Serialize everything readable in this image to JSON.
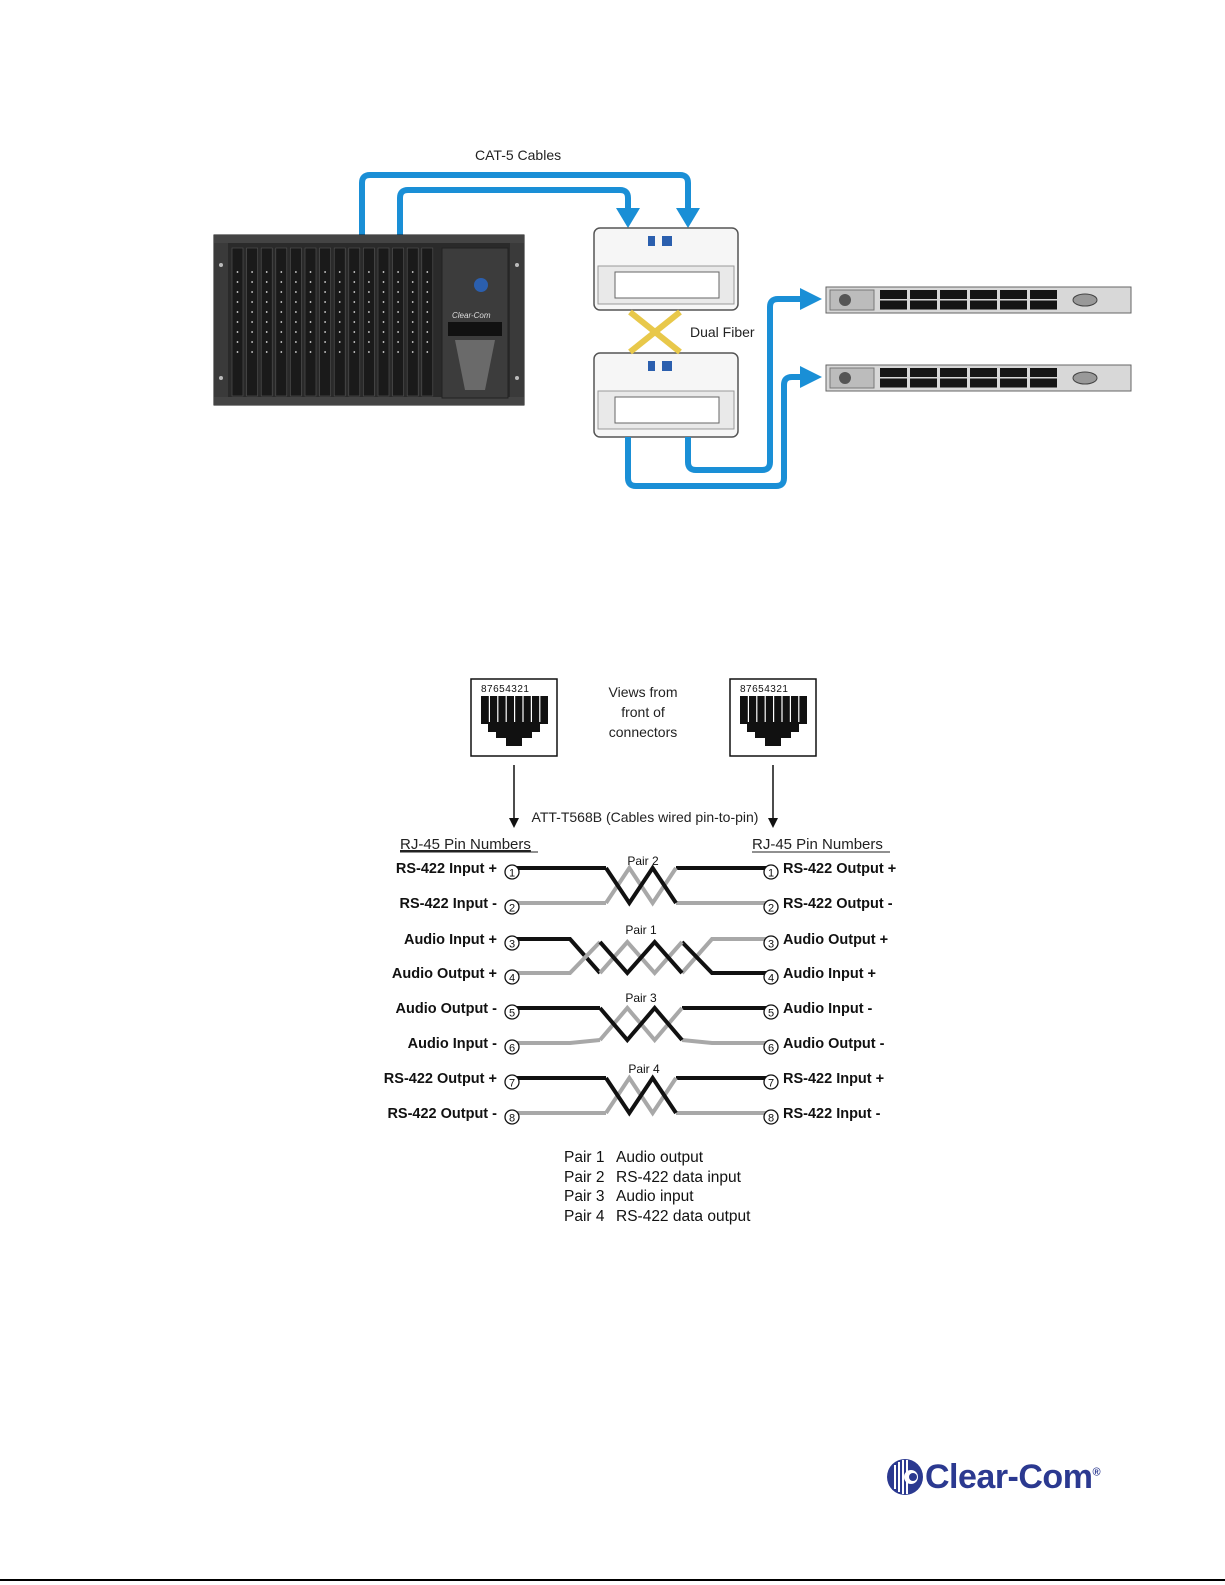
{
  "diagram1": {
    "cable_label": "CAT-5 Cables",
    "fiber_label": "Dual Fiber",
    "frame_logo": "Clear-Com"
  },
  "diagram2": {
    "views_label": [
      "Views from",
      "front of",
      "connectors"
    ],
    "pin_digits": "87654321",
    "standard_label": "ATT-T568B (Cables wired pin-to-pin)",
    "left_header": "RJ-45 Pin Numbers",
    "right_header": "RJ-45 Pin Numbers",
    "left_pins": [
      {
        "label": "RS-422 Input +",
        "num": "1"
      },
      {
        "label": "RS-422 Input -",
        "num": "2"
      },
      {
        "label": "Audio Input +",
        "num": "3"
      },
      {
        "label": "Audio Output +",
        "num": "4"
      },
      {
        "label": "Audio Output -",
        "num": "5"
      },
      {
        "label": "Audio Input -",
        "num": "6"
      },
      {
        "label": "RS-422 Output +",
        "num": "7"
      },
      {
        "label": "RS-422 Output -",
        "num": "8"
      }
    ],
    "right_pins": [
      {
        "label": "RS-422 Output +",
        "num": "1"
      },
      {
        "label": "RS-422 Output -",
        "num": "2"
      },
      {
        "label": "Audio Output +",
        "num": "3"
      },
      {
        "label": "Audio Input +",
        "num": "4"
      },
      {
        "label": "Audio Input -",
        "num": "5"
      },
      {
        "label": "Audio Output -",
        "num": "6"
      },
      {
        "label": "RS-422 Input +",
        "num": "7"
      },
      {
        "label": "RS-422 Input -",
        "num": "8"
      }
    ],
    "pair_labels": [
      "Pair 2",
      "Pair 1",
      "Pair 3",
      "Pair 4"
    ],
    "legend": [
      {
        "pair": "Pair 1",
        "desc": "Audio output"
      },
      {
        "pair": "Pair 2",
        "desc": "RS-422 data input"
      },
      {
        "pair": "Pair 3",
        "desc": "Audio input"
      },
      {
        "pair": "Pair 4",
        "desc": "RS-422 data output"
      }
    ]
  },
  "footer": {
    "logo_text": "Clear-Com",
    "logo_reg": "®"
  },
  "colors": {
    "cable_blue": "#1a8fd6",
    "fiber_yellow": "#e8c84a",
    "brand_blue": "#2b3990",
    "wire_black": "#111111",
    "wire_gray": "#a8a8a8"
  }
}
